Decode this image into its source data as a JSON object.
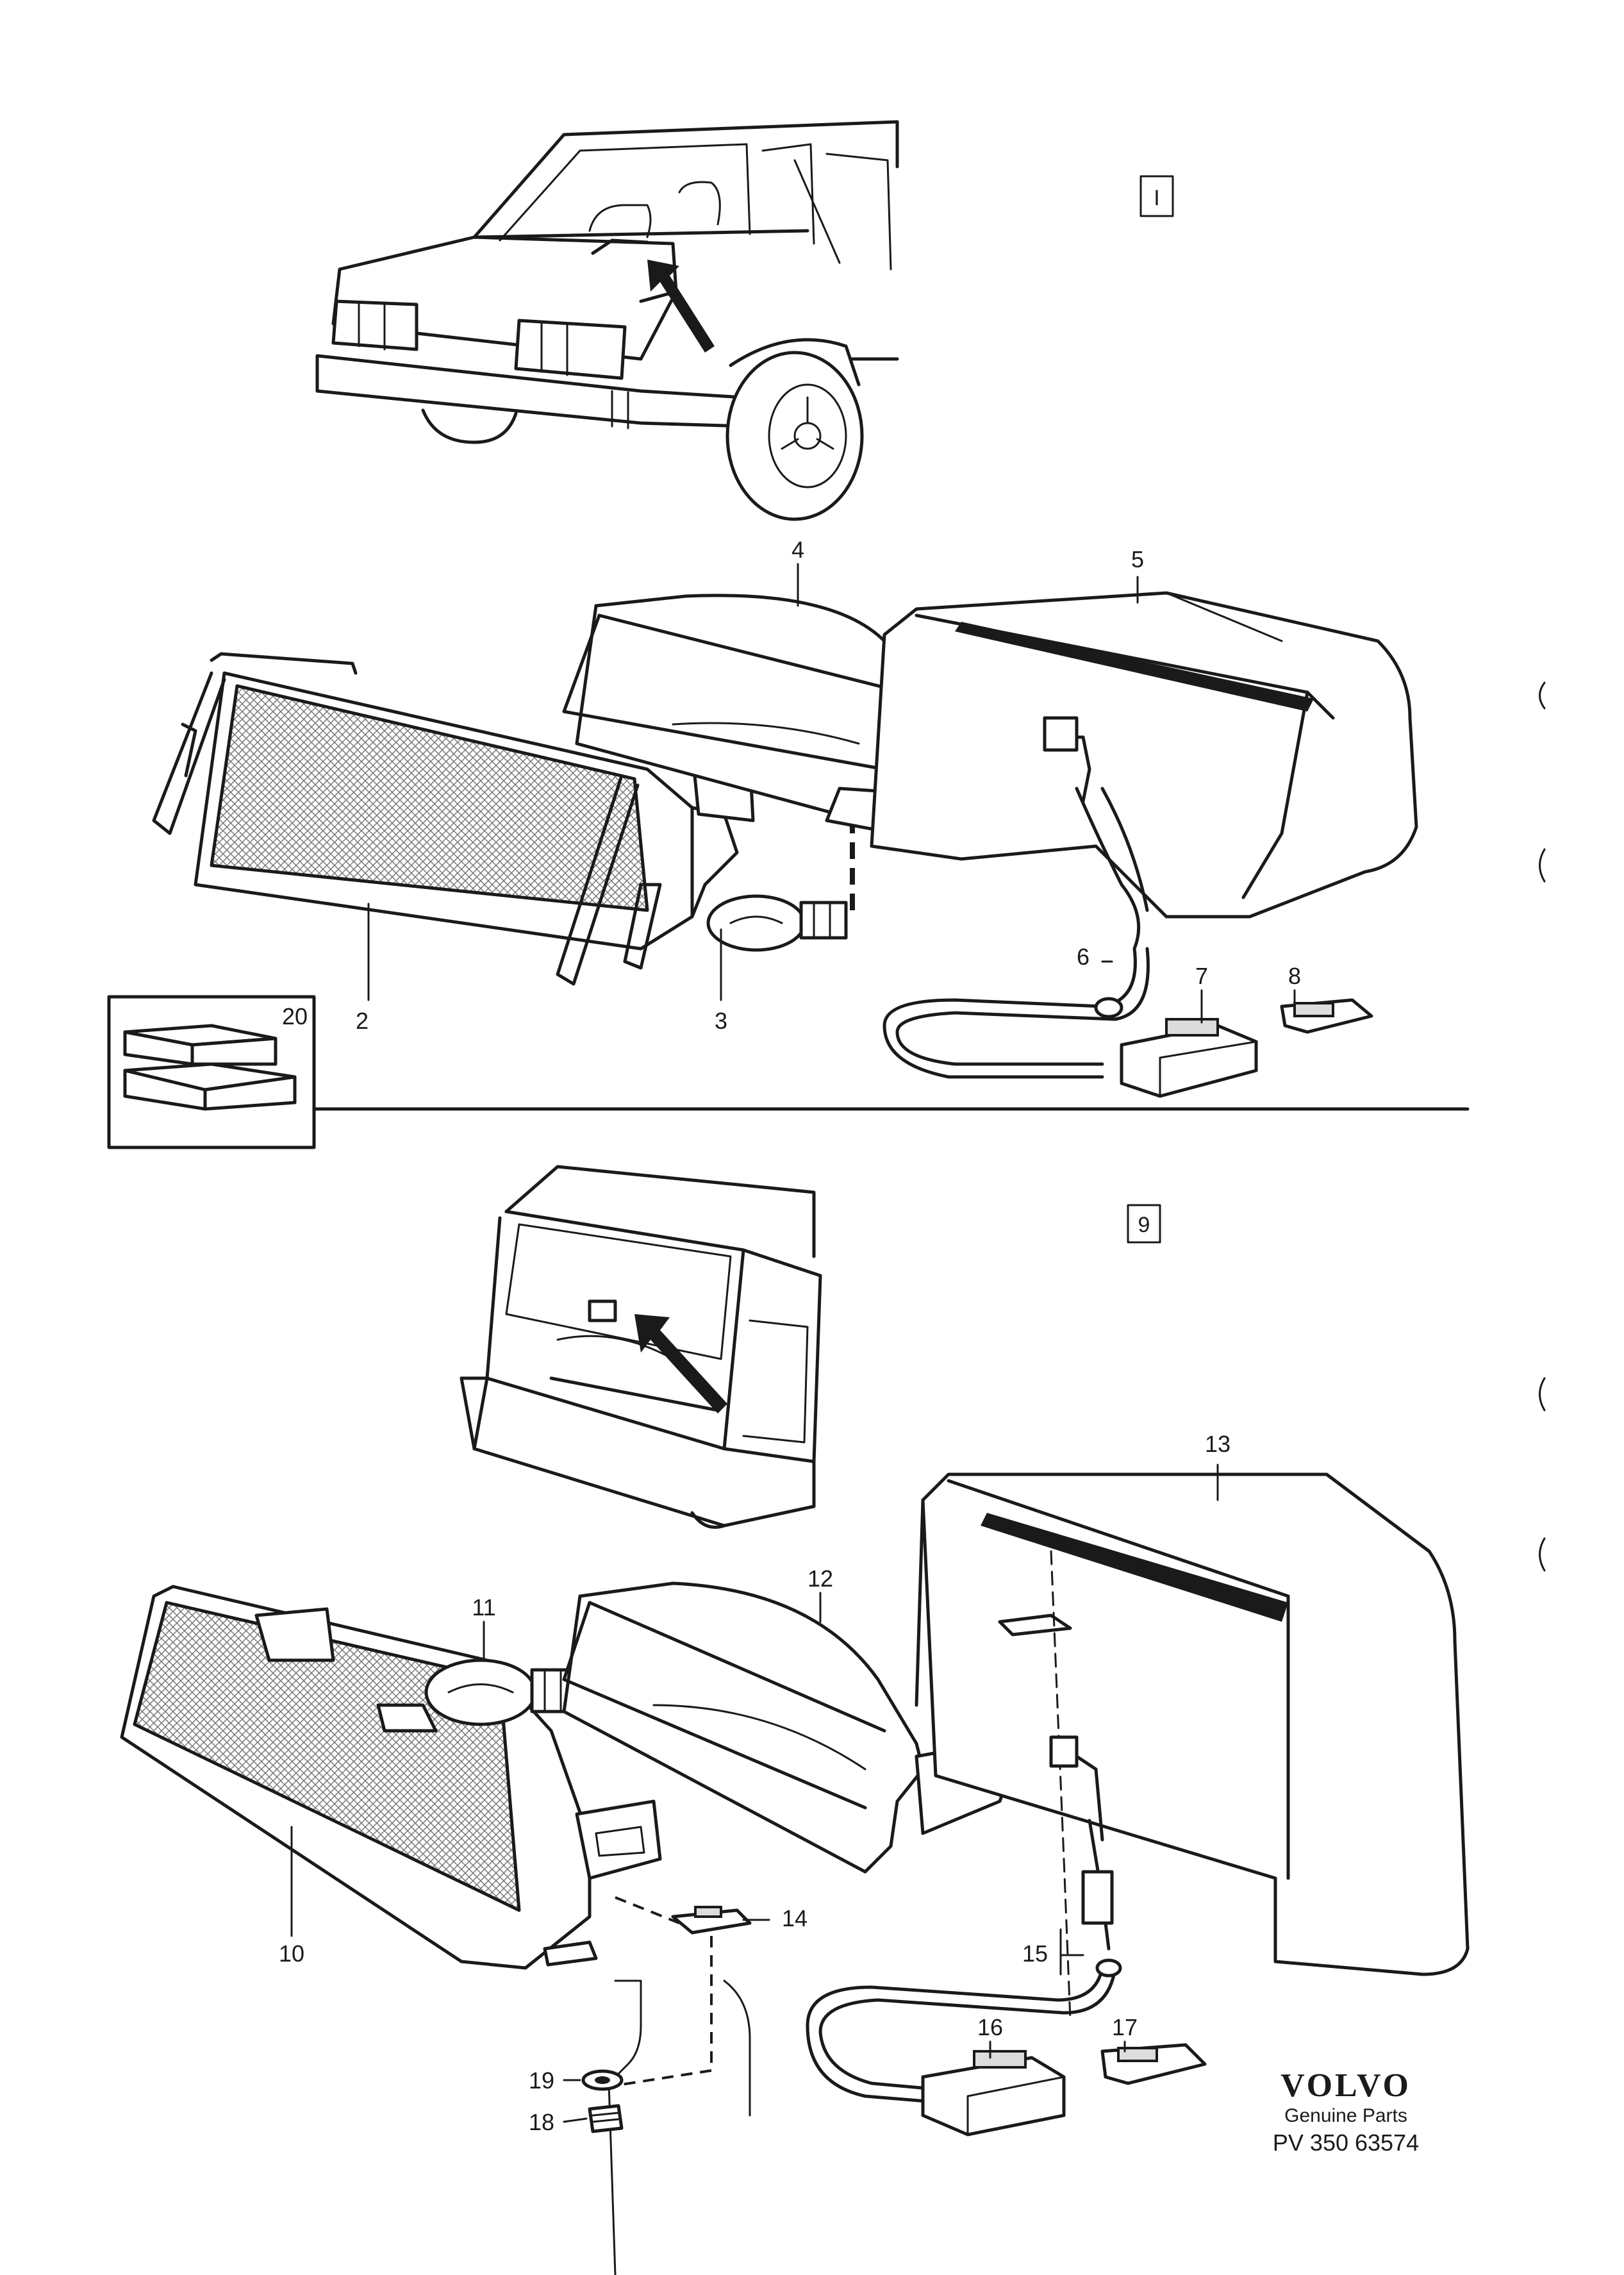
{
  "sections": [
    {
      "label": "I"
    },
    {
      "label": "9"
    }
  ],
  "callouts": [
    "1",
    "2",
    "3",
    "4",
    "5",
    "6",
    "7",
    "8",
    "9",
    "10",
    "11",
    "12",
    "13",
    "14",
    "15",
    "16",
    "17",
    "18",
    "19",
    "20"
  ],
  "brand": {
    "name": "VOLVO",
    "tagline": "Genuine Parts",
    "code": "PV 350  63574"
  }
}
